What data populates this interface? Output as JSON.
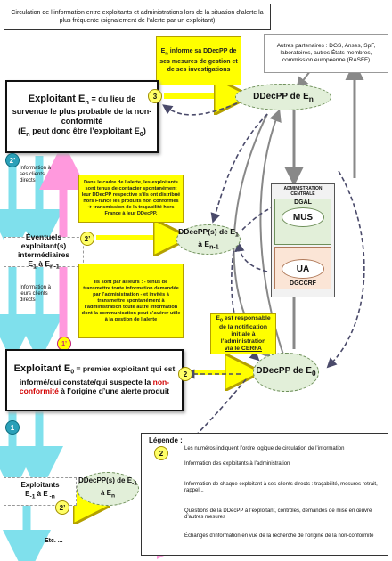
{
  "title": "Circulation de l’information entre exploitants et administrations lors de la situation d’alerte la plus fréquente (signalement de l’alerte par un exploitant)",
  "en_info": {
    "l1": "E",
    "sub": "n",
    "l2": " informe sa DDecPP de ses mesures de gestion et de ses investigations"
  },
  "partners": "Autres partenaires : DGS, Anses, SpF, laboratoires, autres États membres, commission européenne (RASFF)",
  "exploitant_en": {
    "l1": "Exploitant E",
    "sub1": "n",
    "l2": " = du lieu de survenue le plus probable de la non-conformité",
    "l3": "(E",
    "sub2": "n",
    "l4": " peut donc être l’exploitant E",
    "sub3": "0",
    "l5": ")"
  },
  "ddecpp_en": {
    "label": "DDecPP de E",
    "sub": "n"
  },
  "admin": {
    "header": "ADMINISTRATION CENTRALE",
    "dgal": "DGAL",
    "mus": "MUS",
    "ua": "UA",
    "dgccrf": "DGCCRF"
  },
  "info_clients_1": "Information à ses clients directs",
  "yellow_alert": "Dans le cadre de l’alerte, les exploitants sont tenus de contacter spontanément leur DDecPP respective s’ils ont distribué hors France les produits non conformes ➔ transmission de la traçabilité hors France à leur DDecPP.",
  "yellow_ailleurs": "Ils sont par ailleurs : - tenus de transmettre toute information demandée par l’administration - et invités à transmettre spontanément à l’administration toute autre information dont la communication peut s’avérer utile à la gestion de l’alerte",
  "intermediaires": {
    "l1": "Éventuels exploitant(s) intermédiaires",
    "l2": "E",
    "sub1": "1",
    "l3": " à E",
    "sub2": "n-1"
  },
  "ddecpp_e1": {
    "l1": "DDecPP(s) de E",
    "sub1": "1",
    "l2": " à E",
    "sub2": "n-1"
  },
  "info_clients_2": "Information à leurs clients directs",
  "e0_responsable": {
    "l1": "E",
    "sub": "0",
    "l2": " est responsable de la notification initiale à l’administration",
    "l3": "via le CERFA"
  },
  "exploitant_e0": {
    "l1": "Exploitant E",
    "sub": "0",
    "l2": " = premier exploitant qui est informé/qui constate/qui suspecte la ",
    "red": "non-conformité",
    "l3": " à l’origine d’une alerte produit"
  },
  "ddecpp_e0": {
    "l1": "DDecPP de E",
    "sub": "0"
  },
  "exploitants_m1": {
    "l1": "Exploitants",
    "l2": "E",
    "sub1": "-1",
    "l3": " à E",
    "sub2": " -n"
  },
  "ddecpp_m1": {
    "l1": "DDecPP(s) de E",
    "sub1": "-1",
    "l2": " à E",
    "sub2": "n"
  },
  "etc": "Etc. ...",
  "badges": {
    "y3": "3",
    "b2p_top": "2’",
    "y2p": "2’",
    "p1p": "1’",
    "y2": "2",
    "b1": "1",
    "y2p_bottom": "2’"
  },
  "legend": {
    "title": "Légende :",
    "badge": "2",
    "items": [
      "Les numéros indiquent l’ordre logique de circulation de l’information",
      "Information des exploitants à l’administration",
      "Information de chaque exploitant à ses clients directs : traçabilité, mesures retrait, rappel...",
      "Questions de la DDecPP à l’exploitant, contrôles, demandes de mise en œuvre d’autres mesures",
      "Échanges d’information en vue de la recherche de l’origine de la non-conformité"
    ]
  },
  "colors": {
    "yellow": "#ffff00",
    "cyan": "#7fe0ec",
    "pink": "#ff99dd",
    "green": "#e2efd9",
    "gray_arrow": "#888888",
    "dark_dash": "#4a4a6a",
    "red": "#d20000"
  }
}
